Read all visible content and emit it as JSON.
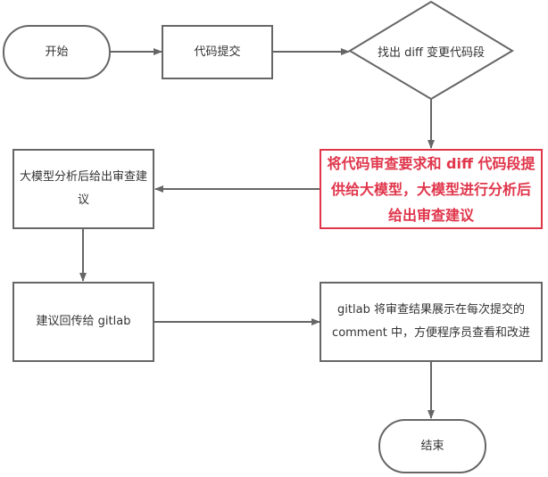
{
  "diagram": {
    "type": "flowchart",
    "colors": {
      "stroke": "#666666",
      "text": "#333333",
      "highlight": "#e0354b"
    },
    "nodes": {
      "start": {
        "label": "开始",
        "shape": "terminal"
      },
      "submit": {
        "label": "代码提交",
        "shape": "process"
      },
      "diff": {
        "label": "找出 diff 变更代码段",
        "shape": "decision"
      },
      "prompt": {
        "label": "将代码审查要求和 diff 代码段提供给大模型，大模型进行分析后给出审查建议",
        "shape": "process",
        "highlighted": true
      },
      "analyze": {
        "label": "大模型分析后给出审查建议",
        "shape": "process"
      },
      "feedback": {
        "label": "建议回传给 gitlab",
        "shape": "process"
      },
      "display": {
        "label": "gitlab 将审查结果展示在每次提交的 comment 中，方便程序员查看和改进",
        "shape": "process"
      },
      "end": {
        "label": "结束",
        "shape": "terminal"
      }
    },
    "edges": [
      {
        "from": "start",
        "to": "submit"
      },
      {
        "from": "submit",
        "to": "diff"
      },
      {
        "from": "diff",
        "to": "prompt"
      },
      {
        "from": "prompt",
        "to": "analyze"
      },
      {
        "from": "analyze",
        "to": "feedback"
      },
      {
        "from": "feedback",
        "to": "display"
      },
      {
        "from": "display",
        "to": "end"
      }
    ]
  }
}
